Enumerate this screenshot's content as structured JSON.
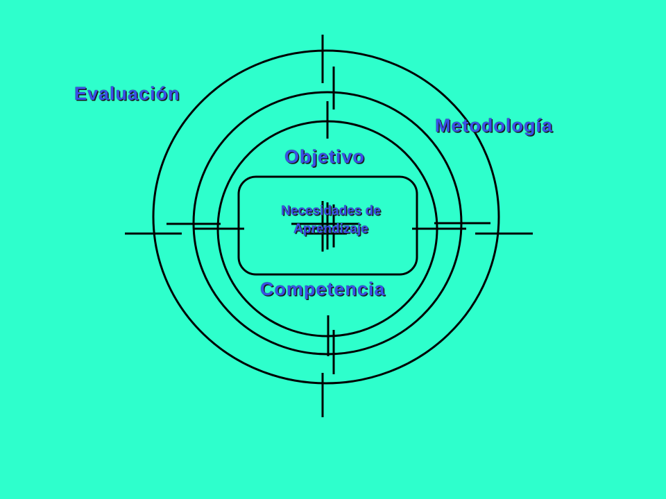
{
  "labels": {
    "evaluacion": "Evaluación",
    "metodologia": "Metodología",
    "objetivo": "Objetivo",
    "competencia": "Competencia",
    "center_line1": "Necesidades de",
    "center_line2": "Aprendizaje"
  },
  "colors": {
    "background": "#2effcc",
    "stroke": "#000000",
    "label": "#3a4fe6"
  }
}
